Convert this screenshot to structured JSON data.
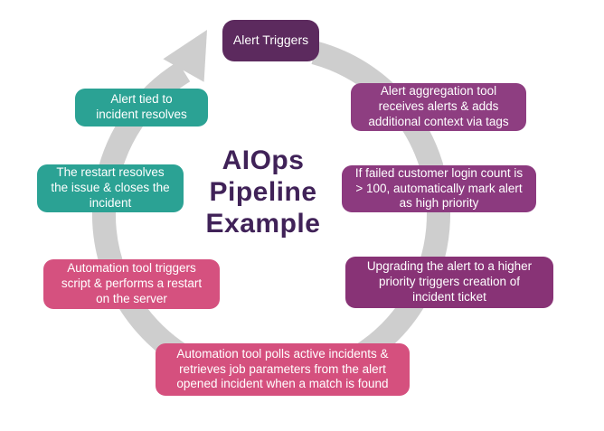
{
  "diagram": {
    "title": "AIOps\nPipeline\nExample",
    "title_color": "#402258",
    "ring_color": "#cecece",
    "nodes": [
      {
        "name": "alert-triggers",
        "label": "Alert Triggers",
        "color": "#5c2a5e"
      },
      {
        "name": "alert-aggregation",
        "label": "Alert aggregation tool\nreceives alerts & adds\nadditional context via tags",
        "color": "#8e3e81"
      },
      {
        "name": "high-priority-rule",
        "label": "If failed customer login count is\n> 100, automatically mark alert\nas high priority",
        "color": "#8c3a7f"
      },
      {
        "name": "incident-ticket",
        "label": "Upgrading the alert to a higher\npriority triggers creation of\nincident ticket",
        "color": "#883376"
      },
      {
        "name": "automation-polls",
        "label": "Automation tool polls active incidents &\nretrieves job parameters from the alert\nopened incident when a match is found",
        "color": "#d5507e"
      },
      {
        "name": "automation-restart",
        "label": "Automation tool triggers\nscript & performs a restart\non the server",
        "color": "#d5517f"
      },
      {
        "name": "restart-resolves",
        "label": "The restart resolves\nthe issue & closes the\nincident",
        "color": "#2ba294"
      },
      {
        "name": "alert-tied-resolves",
        "label": "Alert tied to\nincident resolves",
        "color": "#2ba294"
      }
    ]
  }
}
